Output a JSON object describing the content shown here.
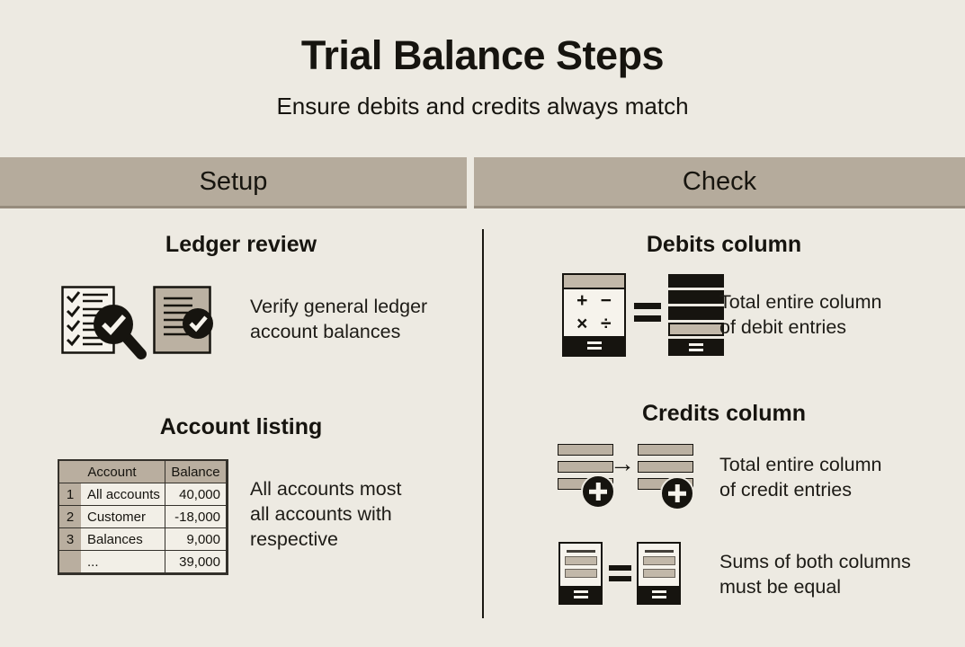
{
  "page": {
    "title": "Trial Balance Steps",
    "subtitle": "Ensure debits and credits always match"
  },
  "setup": {
    "header": "Setup",
    "ledger_review": {
      "heading": "Ledger review",
      "line1": "Verify general ledger",
      "line2": "account balances"
    },
    "account_listing": {
      "heading": "Account listing",
      "line1": "All accounts most",
      "line2": "all accounts with",
      "line3": "respective"
    }
  },
  "check": {
    "header": "Check",
    "debits": {
      "heading": "Debits column",
      "line1": "Total entire column",
      "line2": "of debit entries"
    },
    "credits": {
      "heading": "Credits column",
      "line1": "Total entire column",
      "line2": "of credit entries"
    },
    "equality": {
      "line1": "Sums of both columns",
      "line2": "must be equal"
    }
  },
  "table": {
    "headers": [
      "Account",
      "Balance"
    ],
    "rows": [
      {
        "num": "1",
        "account": "All accounts",
        "balance": "40,000"
      },
      {
        "num": "2",
        "account": "Customer",
        "balance": "-18,000"
      },
      {
        "num": "3",
        "account": "Balances",
        "balance": "9,000"
      },
      {
        "num": "",
        "account": "...",
        "balance": "39,000"
      }
    ]
  },
  "icons": {
    "calc_plus": "+",
    "calc_minus": "−",
    "calc_times": "×",
    "calc_divide": "÷",
    "arrow_right": "→"
  },
  "colors": {
    "background": "#EDEAE2",
    "band_tan": "#B5AB9C",
    "icon_tan": "#C2B8A9",
    "ink_black": "#16140F"
  }
}
